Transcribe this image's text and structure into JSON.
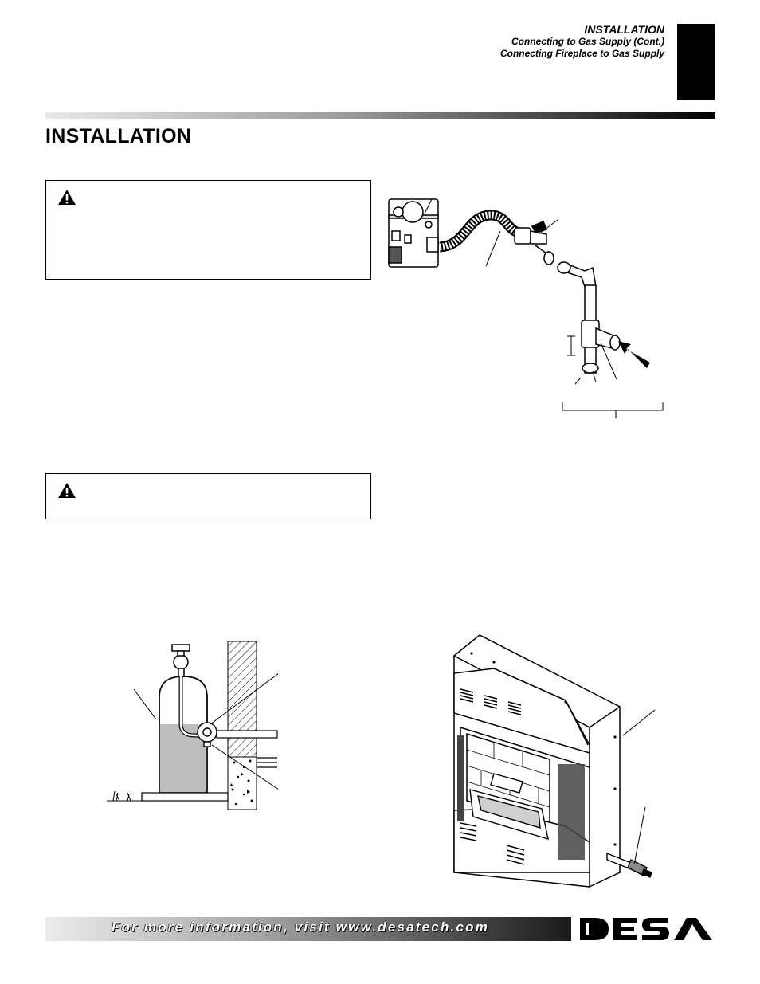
{
  "header": {
    "section_title": "INSTALLATION",
    "subtitles": [
      "Connecting to Gas Supply (Cont.)",
      "Connecting Fireplace to Gas Supply"
    ]
  },
  "page": {
    "title": "INSTALLATION"
  },
  "warnings": [
    {
      "icon": "warning-triangle-icon"
    },
    {
      "icon": "warning-triangle-icon"
    }
  ],
  "figures": [
    {
      "subject": "gas-control-valve-to-tee-and-sediment-trap"
    },
    {
      "subject": "propane-tank-with-regulator-at-wall"
    },
    {
      "subject": "vent-free-fireplace-with-gas-inlet"
    }
  ],
  "footer": {
    "text": "For more information, visit www.desatech.com",
    "logo": "DESA"
  }
}
